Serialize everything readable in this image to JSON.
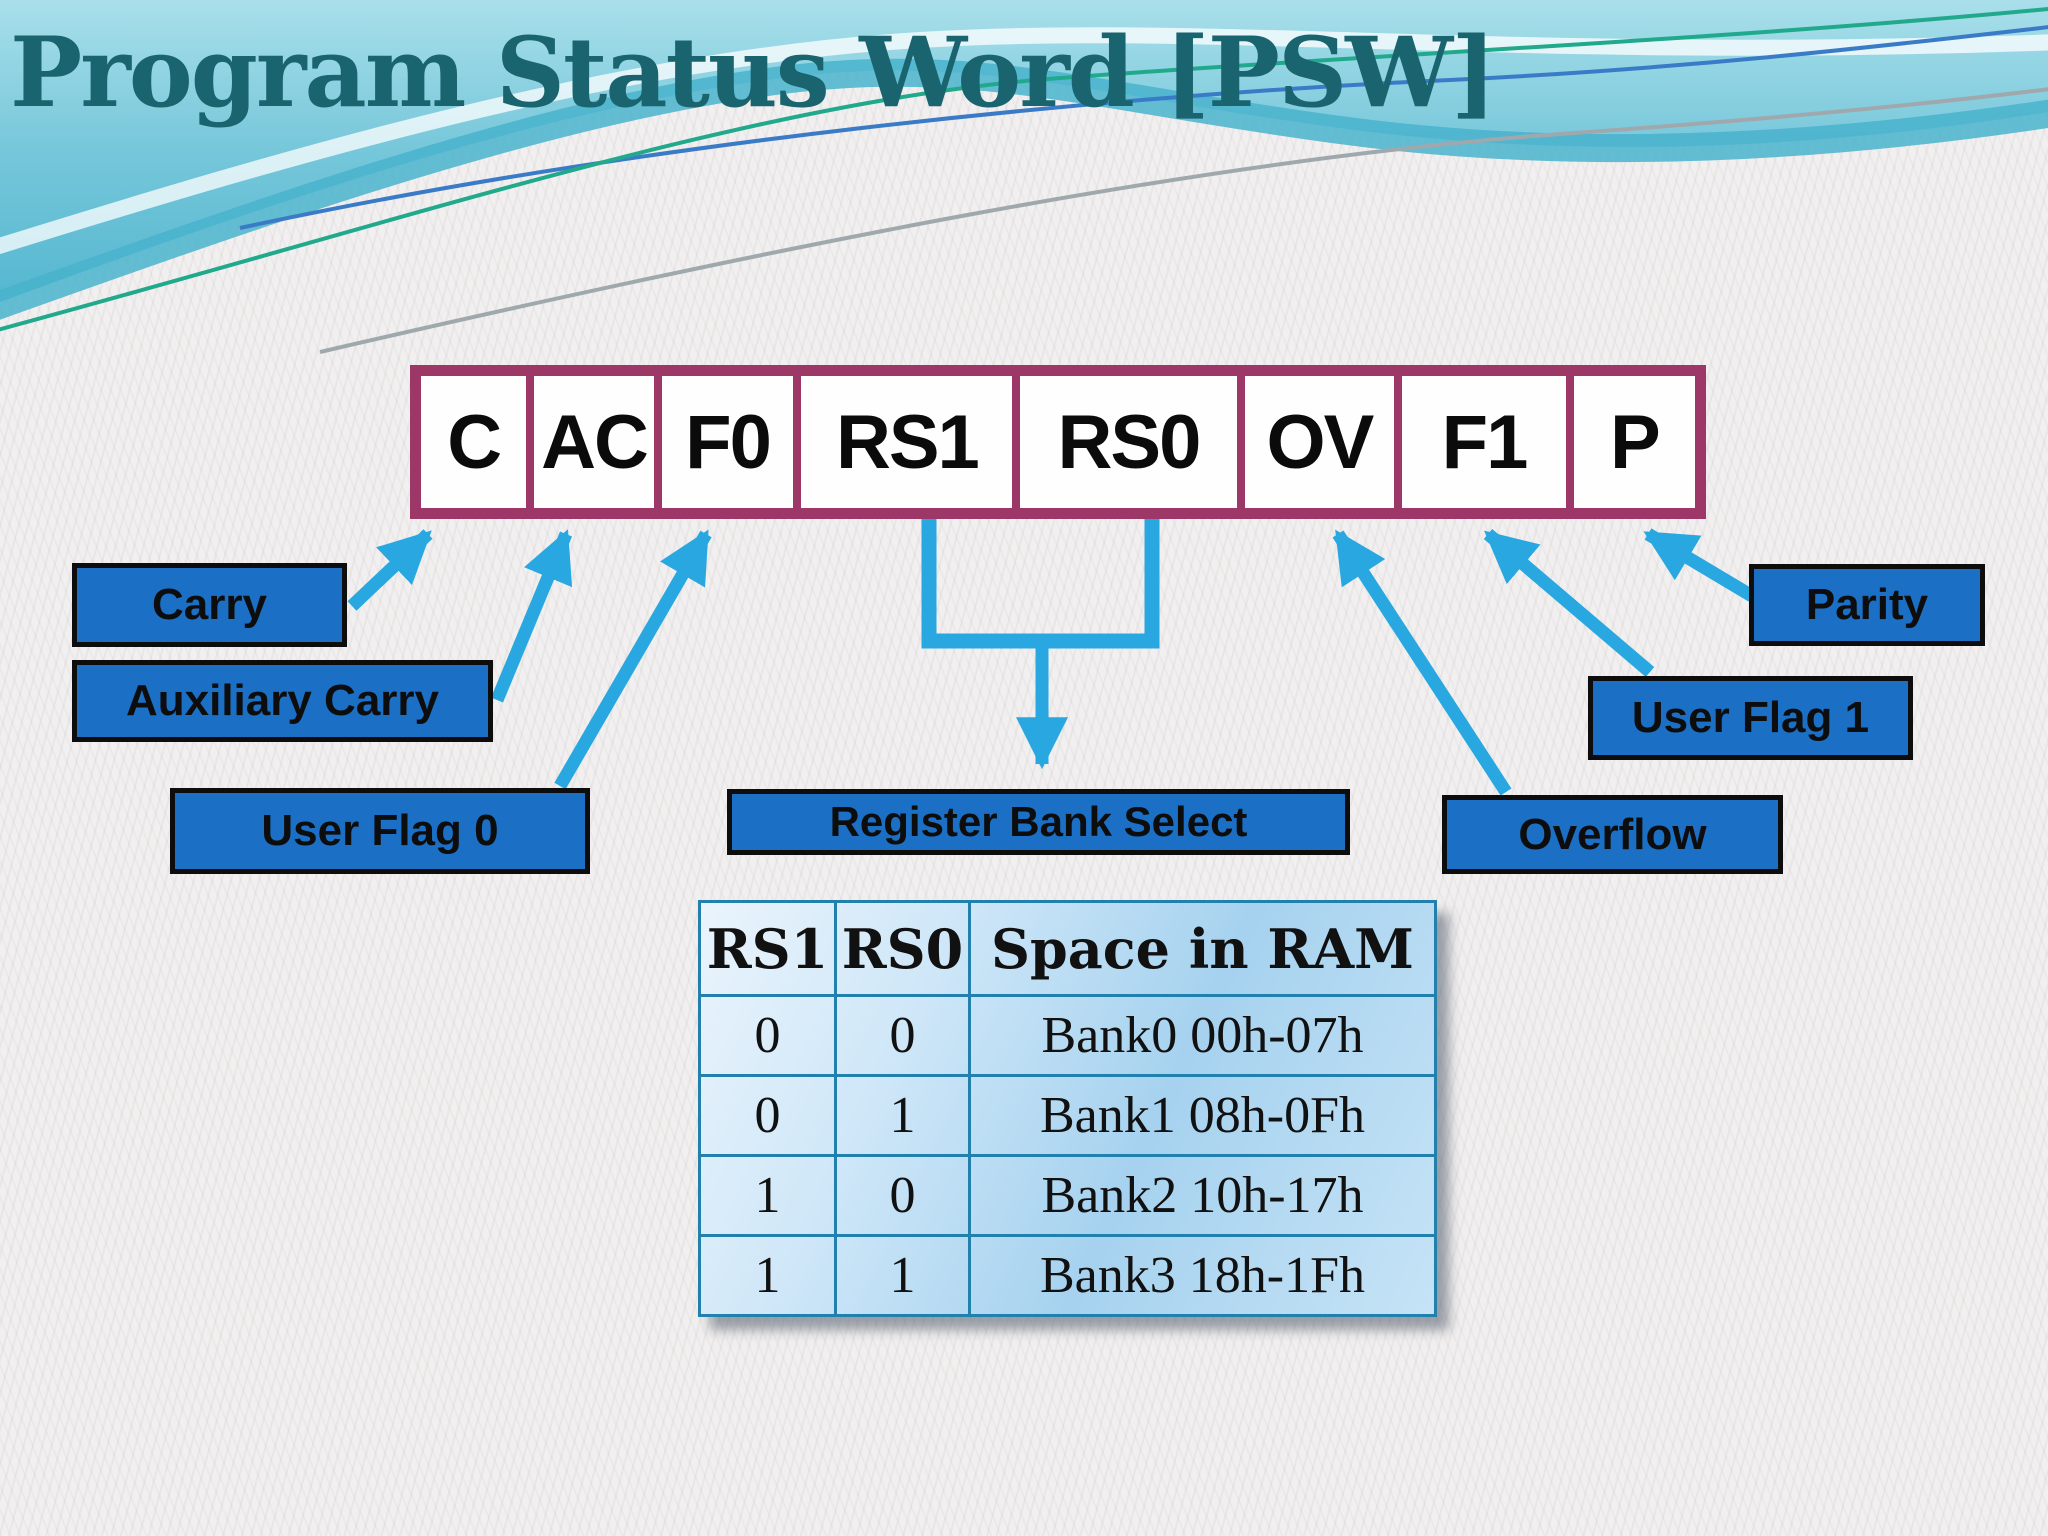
{
  "title": "Program Status Word [PSW]",
  "register": {
    "bits": [
      {
        "name": "C"
      },
      {
        "name": "AC"
      },
      {
        "name": "F0"
      },
      {
        "name": "RS1"
      },
      {
        "name": "RS0"
      },
      {
        "name": "OV"
      },
      {
        "name": "F1"
      },
      {
        "name": "P"
      }
    ]
  },
  "labels": {
    "carry": "Carry",
    "aux_carry": "Auxiliary Carry",
    "user_flag_0": "User Flag 0",
    "register_bank_select": "Register Bank Select",
    "overflow": "Overflow",
    "user_flag_1": "User Flag 1",
    "parity": "Parity"
  },
  "bank_table": {
    "headers": [
      "RS1",
      "RS0",
      "Space in RAM"
    ],
    "rows": [
      [
        "0",
        "0",
        "Bank0 00h-07h"
      ],
      [
        "0",
        "1",
        "Bank1 08h-0Fh"
      ],
      [
        "1",
        "0",
        "Bank2 10h-17h"
      ],
      [
        "1",
        "1",
        "Bank3 18h-1Fh"
      ]
    ]
  },
  "colors": {
    "title_teal": "#1a646f",
    "label_blue": "#1b6fc4",
    "arrow_blue": "#29a7e0",
    "register_maroon": "#9d3768",
    "table_border": "#2280ad"
  }
}
